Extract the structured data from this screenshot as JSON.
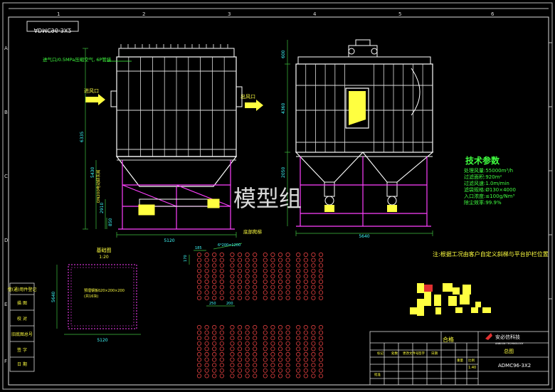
{
  "title_block": {
    "drawing_no_mirrored": "ADMC96-3X2",
    "drawing_no": "ADMC96-3X2",
    "company": "安必信科技",
    "company_en": "ANBIXIN TECHNOLOGY",
    "drawing_name": "总图",
    "status": "合格",
    "scale_value": "1:40",
    "row_labels": [
      "标记",
      "处数",
      "更改文件号",
      "签字",
      "日期"
    ],
    "col_labels": [
      "重量",
      "比例"
    ],
    "approve_label": "批准"
  },
  "grid_numbers_top": [
    "1",
    "2",
    "3",
    "4",
    "5",
    "6"
  ],
  "grid_letters_left": [
    "A",
    "B",
    "C",
    "D",
    "E",
    "F"
  ],
  "front_view": {
    "inlet_air_label": "进气口/0.5MPa压缩空气, 6P管接",
    "inlet_label": "进风口",
    "outlet_label": "出风口",
    "width_dim": "5120",
    "height_dim": "6335",
    "dim_5430": "5430",
    "dim_2910": "2910",
    "dim_850": "850",
    "pipe_note": "DN200电动卸灰阀",
    "ladder_note": "底部爬梯"
  },
  "side_view": {
    "width_dim": "5640",
    "dim_top": "600",
    "dim_mid": "4360",
    "dim_low": "2050"
  },
  "foundation": {
    "title": "基础图",
    "scale": "1:20",
    "width_dim": "5120",
    "height_dim": "5640",
    "note_1": "预埋钢板δ20×200×200",
    "note_2": "(共16块)"
  },
  "bag_plate": {
    "dim_a": "185",
    "dim_b": "170",
    "dim_c": "250",
    "dim_d": "200",
    "dim_e": "6*200=1200"
  },
  "tech": {
    "heading": "技术参数",
    "lines": [
      "处理风量:55000m³/h",
      "过滤面积:920m²",
      "过滤风速:1.0m/min",
      "滤袋规格:Ø130×4000",
      "入口浓度:≤100g/Nm³",
      "除尘效率:99.9%"
    ]
  },
  "note": "注:根据工况由客户自定义斜梯与平台护栏位置",
  "watermark": "模型组",
  "left_table": {
    "title": "借(通)用件登记",
    "rows": [
      "描 图",
      "校 对",
      "旧底图总号",
      "签 字",
      "日 期"
    ]
  },
  "colors": {
    "frame": "#d8d8d8",
    "structure": "#ffffff",
    "leg": "#ff40ff",
    "text_yellow": "#ffff40",
    "text_green": "#40ff40",
    "dim_cyan": "#40ffff",
    "dim_green": "#40c040",
    "bag_red": "#e04040"
  }
}
